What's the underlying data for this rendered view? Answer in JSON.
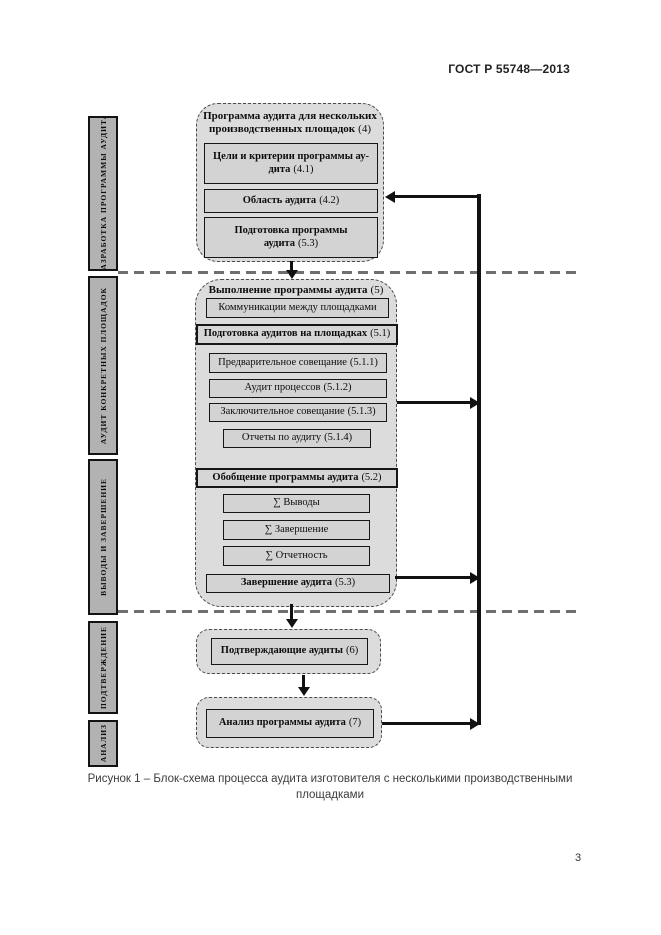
{
  "doc": {
    "header": "ГОСТ Р 55748—2013",
    "caption": "Рисунок 1 – Блок-схема процесса аудита изготовителя с несколькими производственными площадками",
    "page_number": "3"
  },
  "sidebar": {
    "items": [
      {
        "label": "РАЗРАБОТКА ПРОГРАММЫ АУДИТА"
      },
      {
        "label": "АУДИТ КОНКРЕТНЫХ ПЛОЩАДОК"
      },
      {
        "label": "ВЫВОДЫ И ЗАВЕРШЕНИЕ"
      },
      {
        "label": "ПОДТВЕРЖДЕНИЕ"
      },
      {
        "label": "АНАЛИЗ"
      }
    ]
  },
  "flow": {
    "program_group": {
      "title": "Программа аудита для нескольких производственных площадок",
      "title_num": "(4)",
      "goals": {
        "label": "Цели и критерии программы ау-дита",
        "num": "(4.1)"
      },
      "scope": {
        "label": "Область аудита",
        "num": "(4.2)"
      },
      "preparation": {
        "label": "Подготовка программы аудита",
        "num": "(5.3)"
      }
    },
    "execution_group": {
      "title": "Выполнение программы аудита",
      "title_num": "(5)",
      "communications": {
        "label": "Коммуникации между площадками",
        "num": ""
      },
      "site_audit_prep": {
        "label": "Подготовка аудитов на площадках",
        "num": "(5.1)"
      },
      "opening_meeting": {
        "label": "Предварительное совещание",
        "num": "(5.1.1)"
      },
      "process_audit": {
        "label": "Аудит процессов",
        "num": "(5.1.2)"
      },
      "closing_meeting": {
        "label": "Заключительное совещание",
        "num": "(5.1.3)"
      },
      "audit_reports": {
        "label": "Отчеты по аудиту",
        "num": "(5.1.4)"
      },
      "summary": {
        "label": "Обобщение программы аудита",
        "num": "(5.2)"
      },
      "sum_conclusions": {
        "label": "∑ Выводы",
        "num": ""
      },
      "sum_completion": {
        "label": "∑ Завершение",
        "num": ""
      },
      "sum_reporting": {
        "label": "∑ Отчетность",
        "num": ""
      },
      "audit_completion": {
        "label": "Завершение аудита",
        "num": "(5.3)"
      }
    },
    "confirmation_group": {
      "confirming_audits": {
        "label": "Подтверждающие аудиты",
        "num": "(6)"
      }
    },
    "analysis_group": {
      "program_analysis": {
        "label": "Анализ программы аудита",
        "num": "(7)"
      }
    }
  },
  "colors": {
    "group_fill": "#dcdcdc",
    "node_fill": "#d3d3d3",
    "sidebar_fill": "#b2b2b2",
    "line": "#111111",
    "separator": "#6f6f6f"
  }
}
